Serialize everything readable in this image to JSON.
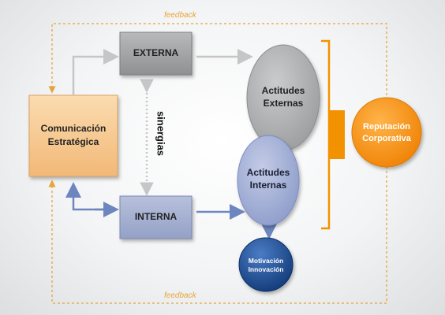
{
  "diagram": {
    "feedback_top": "feedback",
    "feedback_bottom": "feedback",
    "externa": "EXTERNA",
    "interna": "INTERNA",
    "comunicacion": "Comunicación\nEstratégica",
    "sinergias": "sinergias",
    "actitudes_externas": "Actitudes\nExternas",
    "actitudes_internas": "Actitudes\nInternas",
    "motivacion": "Motivación\nInnovación",
    "reputacion": "Reputación\nCorporativa"
  },
  "colors": {
    "feedback_line": "#e8a43a",
    "gray_box": "#9d9fa1",
    "blue_box": "#a3aed0",
    "peach_box": "#f6c992",
    "orange": "#f39200",
    "navy": "#1d4d8f",
    "arrow_blue": "#6e86c0",
    "arrow_gray": "#c4c6c8"
  }
}
